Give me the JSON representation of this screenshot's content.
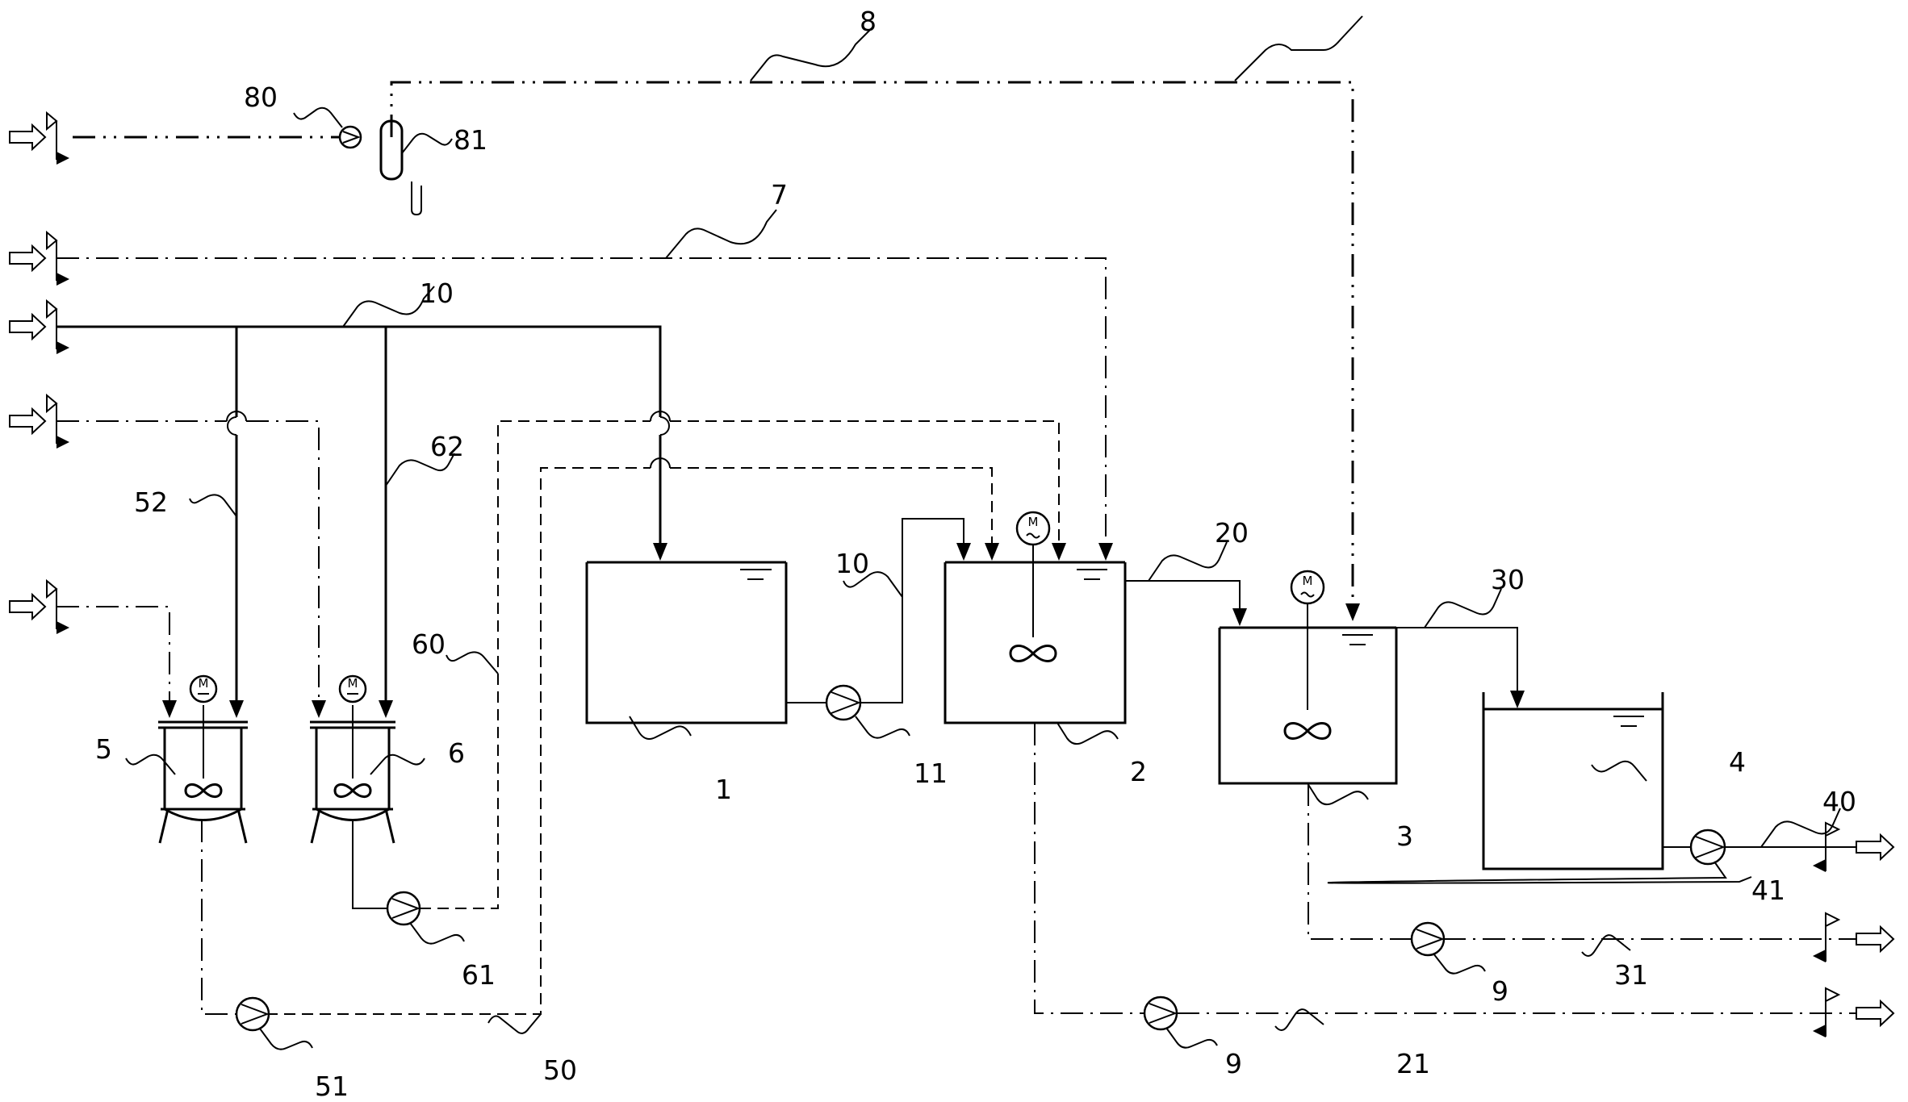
{
  "labels": {
    "l1": "1",
    "l2": "2",
    "l3": "3",
    "l4": "4",
    "l5": "5",
    "l6": "6",
    "l7": "7",
    "l8": "8",
    "l9a": "9",
    "l9b": "9",
    "l10a": "10",
    "l10b": "10",
    "l11": "11",
    "l20": "20",
    "l21": "21",
    "l30": "30",
    "l31": "31",
    "l40": "40",
    "l41": "41",
    "l50": "50",
    "l51": "51",
    "l52": "52",
    "l60": "60",
    "l61": "61",
    "l62": "62",
    "l80": "80",
    "l81": "81"
  },
  "motor_symbol": "M"
}
